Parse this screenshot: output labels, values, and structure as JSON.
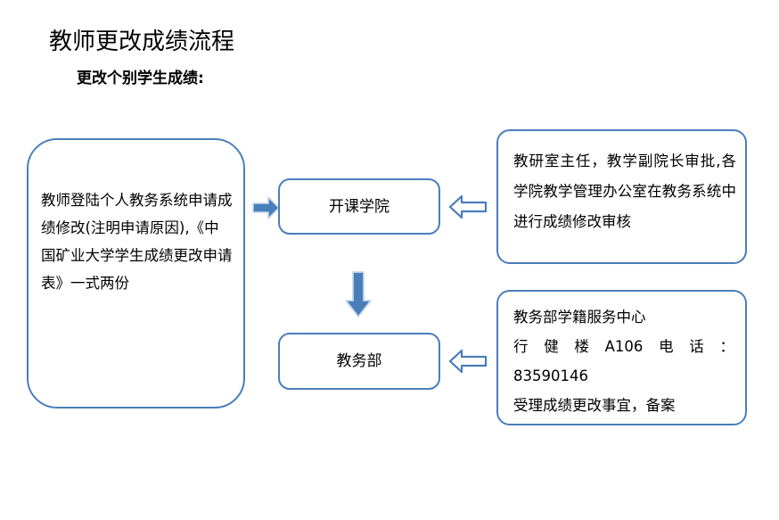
{
  "page": {
    "title": "教师更改成绩流程",
    "subtitle": "更改个别学生成绩:",
    "accent_color": "#4a7ebb",
    "background_color": "#ffffff"
  },
  "chart_data": {
    "type": "diagram",
    "title": "教师更改成绩流程",
    "subtitle": "更改个别学生成绩:",
    "nodes": [
      {
        "id": "teacher-apply",
        "label": "教师登陆个人教务系统申请成绩修改(注明申请原因),《中国矿业大学学生成绩更改申请表》一式两份",
        "shape": "rounded-rect"
      },
      {
        "id": "college",
        "label": "开课学院",
        "shape": "rounded-rect"
      },
      {
        "id": "academic-affairs",
        "label": "教务部",
        "shape": "rounded-rect"
      },
      {
        "id": "college-detail",
        "label": "教研室主任，教学副院长审批,各学院教学管理办公室在教务系统中进行成绩修改审核",
        "shape": "rounded-rect"
      },
      {
        "id": "affairs-detail",
        "label": "教务部学籍服务中心 行健楼 A106 电话：83590146 受理成绩更改事宜，备案",
        "shape": "rounded-rect"
      }
    ],
    "edges": [
      {
        "from": "teacher-apply",
        "to": "college",
        "direction": "right"
      },
      {
        "from": "college-detail",
        "to": "college",
        "direction": "left"
      },
      {
        "from": "college",
        "to": "academic-affairs",
        "direction": "down"
      },
      {
        "from": "affairs-detail",
        "to": "academic-affairs",
        "direction": "left"
      }
    ]
  },
  "nodes": {
    "teacher_apply": {
      "text": "教师登陆个人教务系统申请成绩修改(注明申请原因),《中国矿业大学学生成绩更改申请表》一式两份"
    },
    "college": {
      "text": "开课学院"
    },
    "academic_affairs": {
      "text": "教务部"
    },
    "college_detail": {
      "text": "教研室主任，教学副院长审批,各学院教学管理办公室在教务系统中进行成绩修改审核"
    },
    "affairs_detail": {
      "line1": "教务部学籍服务中心",
      "line2_a": "行",
      "line2_b": "健",
      "line2_c": "楼",
      "line2_d": "A106",
      "line2_e": "电",
      "line2_f": "话",
      "line2_g": "：",
      "line3": "83590146",
      "line4": "受理成绩更改事宜，备案"
    }
  },
  "arrows": {
    "apply_to_college": "arrow-right",
    "college_detail_to_college": "arrow-left",
    "college_to_affairs": "arrow-down",
    "affairs_detail_to_affairs": "arrow-left"
  }
}
